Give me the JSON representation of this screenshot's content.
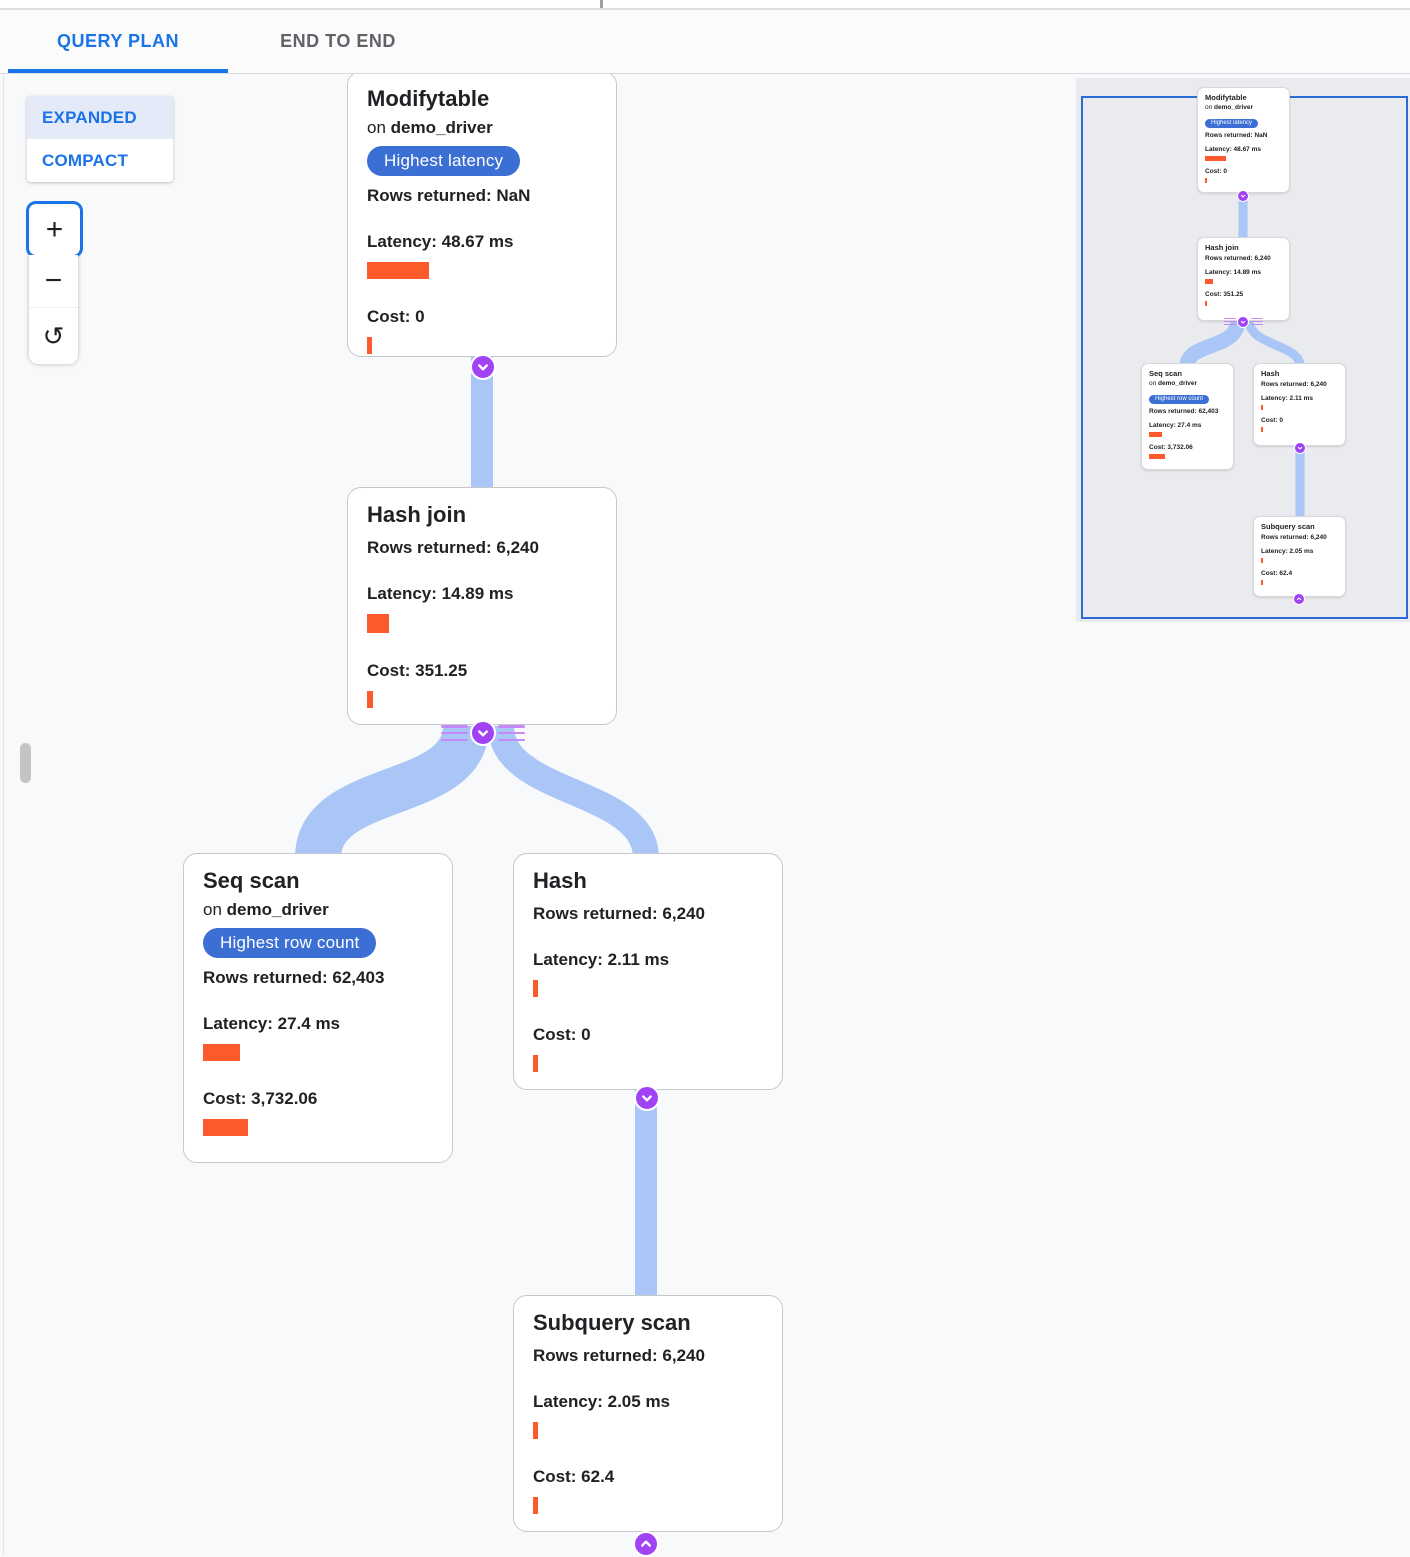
{
  "tabs": [
    {
      "label": "QUERY PLAN",
      "active": true
    },
    {
      "label": "END TO END",
      "active": false
    }
  ],
  "view_toggle": {
    "options": [
      {
        "label": "EXPANDED",
        "selected": true
      },
      {
        "label": "COMPACT",
        "selected": false
      }
    ]
  },
  "zoom_controls": {
    "zoom_in": "+",
    "zoom_out": "−",
    "reset": "↺"
  },
  "colors": {
    "accent_blue": "#1a73e8",
    "badge_blue": "#3b6fd4",
    "band_blue": "#a9c6f7",
    "chevron_purple": "#a142f4",
    "stripe_purple": "#c58af9",
    "bar_orange": "#fc5a2a",
    "minimap_viewport_border": "#2a6bd8",
    "canvas_bg": "#f8f9fa",
    "minimap_bg": "#e9ebee"
  },
  "nodes": [
    {
      "title": "Modifytable",
      "on_prefix": "on",
      "table": "demo_driver",
      "badge": "Highest latency",
      "rows": "Rows returned: NaN",
      "latency": "Latency: 48.67 ms",
      "cost": "Cost: 0",
      "bars": {
        "latency_main": "width:62px",
        "cost_main": "width:5px",
        "latency_mini": "width:21px",
        "cost_mini": "width:2px"
      }
    },
    {
      "title": "Hash join",
      "rows": "Rows returned: 6,240",
      "latency": "Latency: 14.89 ms",
      "cost": "Cost: 351.25",
      "bars": {
        "latency_main": "width:22px;height:19px",
        "cost_main": "width:6px",
        "latency_mini": "width:8px",
        "cost_mini": "width:2px"
      }
    },
    {
      "title": "Seq scan",
      "on_prefix": "on",
      "table": "demo_driver",
      "badge": "Highest row count",
      "rows": "Rows returned: 62,403",
      "latency": "Latency: 27.4 ms",
      "cost": "Cost: 3,732.06",
      "bars": {
        "latency_main": "width:37px",
        "cost_main": "width:45px",
        "latency_mini": "width:13px",
        "cost_mini": "width:16px"
      }
    },
    {
      "title": "Hash",
      "rows": "Rows returned: 6,240",
      "latency": "Latency: 2.11 ms",
      "cost": "Cost: 0",
      "bars": {
        "latency_main": "width:5px",
        "cost_main": "width:5px",
        "latency_mini": "width:2px",
        "cost_mini": "width:2px"
      }
    },
    {
      "title": "Subquery scan",
      "rows": "Rows returned: 6,240",
      "latency": "Latency: 2.05 ms",
      "cost": "Cost: 62.4",
      "bars": {
        "latency_main": "width:5px",
        "cost_main": "width:5px",
        "latency_mini": "width:2px",
        "cost_mini": "width:2px"
      }
    }
  ]
}
